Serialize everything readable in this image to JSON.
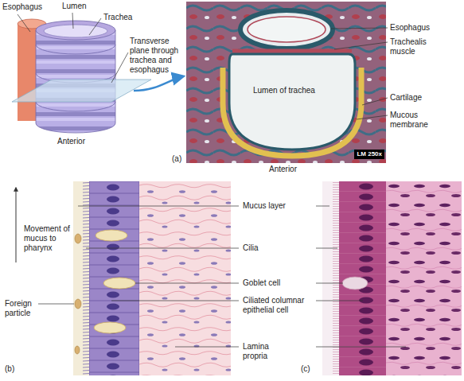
{
  "diagram": {
    "nodes": [
      {
        "text": [
          "LM 250x"
        ]
      }
    ],
    "labels": [
      "Esophagus",
      "Lumen",
      "Trachea",
      "Transverse plane through trachea and esophagus",
      "Anterior",
      "Esophagus",
      "Trachealis muscle",
      "Lumen of trachea",
      "Cartilage",
      "Mucous membrane",
      "(a)",
      "Anterior",
      "Mucus layer",
      "Movement of mucus to pharynx",
      "Cilia",
      "Goblet cell",
      "Foreign particle",
      "Ciliated columnar epithelial cell",
      "Lamina propria",
      "(b)",
      "(c)"
    ]
  }
}
